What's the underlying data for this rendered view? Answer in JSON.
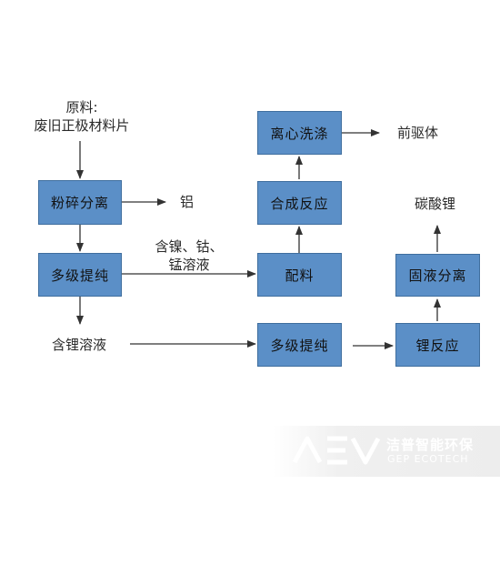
{
  "colors": {
    "box_fill": "#5b8fc7",
    "box_border": "#3f6e9e",
    "arrow": "#333333",
    "text": "#2a2a2a"
  },
  "labels": {
    "raw_material_line1": "原料:",
    "raw_material_line2": "废旧正极材料片",
    "aluminum": "铝",
    "ni_co_mn_line1": "含镍、钴、",
    "ni_co_mn_line2": "锰溶液",
    "lithium_solution": "含锂溶液",
    "precursor": "前驱体",
    "lithium_carbonate": "碳酸锂"
  },
  "nodes": {
    "crush_separate": "粉碎分离",
    "multi_purify_1": "多级提纯",
    "batching": "配料",
    "synthesis": "合成反应",
    "centrifuge_wash": "离心洗涤",
    "multi_purify_2": "多级提纯",
    "lithium_reaction": "锂反应",
    "solid_liquid_separation": "固液分离"
  },
  "watermark": {
    "logo": "GEP-logo",
    "cn": "洁普智能环保",
    "en": "GEP ECOTECH"
  }
}
